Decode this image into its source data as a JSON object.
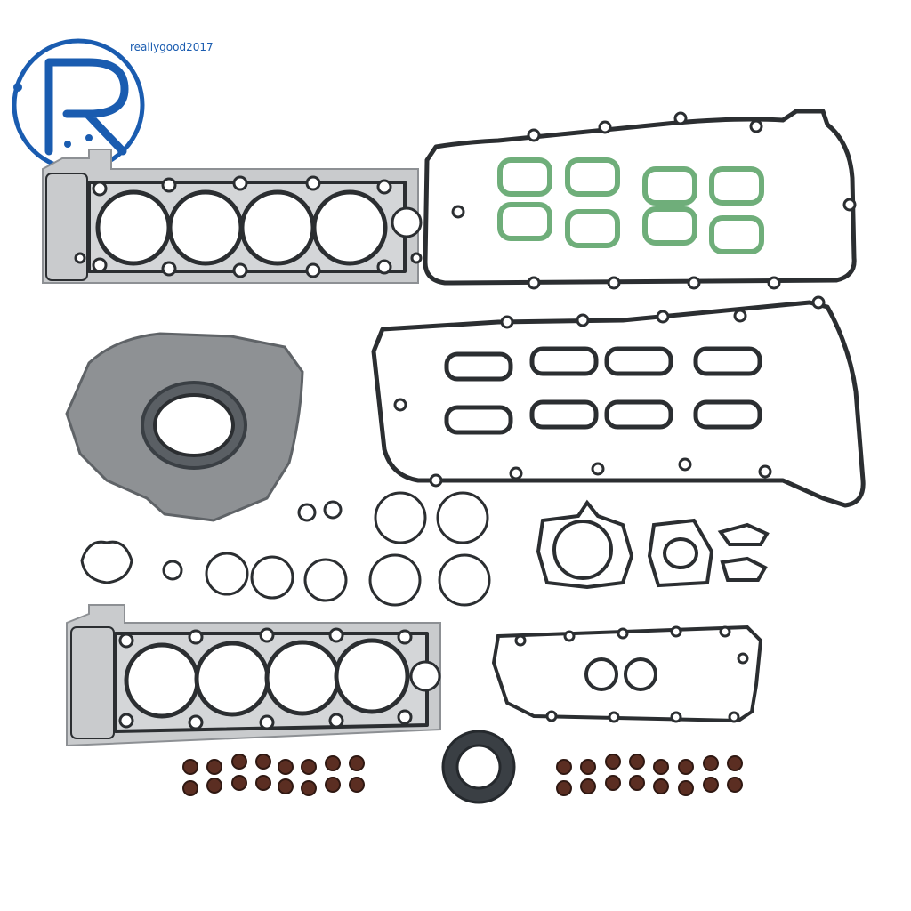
{
  "watermark": {
    "text": "reallygood2017",
    "color": "#1a5cb0",
    "logo_letter": "R"
  },
  "colors": {
    "background": "#ffffff",
    "metal_plate": "#c9cbcd",
    "metal_edge": "#8d9094",
    "rubber_black": "#2b2e31",
    "green_seal": "#6fae7a",
    "cover_plate": "#8e9194",
    "seal_dark": "#3a3f44"
  },
  "product": {
    "kit_type": "engine gasket set",
    "cylinder_head_gaskets": 2,
    "valve_cover_gaskets": 2,
    "intake_seals_green": 8,
    "spark_plug_tube_seals": 8,
    "valve_stem_seals": 32
  }
}
